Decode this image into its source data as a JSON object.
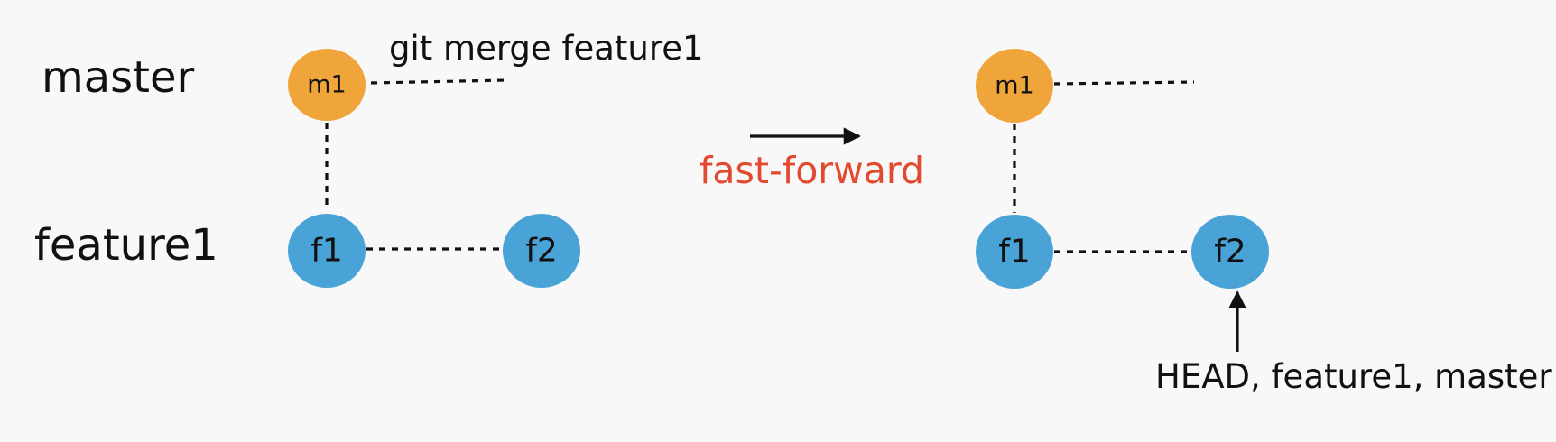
{
  "colors": {
    "master_commit": "#f0a53b",
    "feature_commit": "#4aa3d6",
    "operation_text": "#e24a2f",
    "background": "#f8f8f8"
  },
  "branches": {
    "master_label": "master",
    "feature_label": "feature1"
  },
  "before": {
    "command": "git merge feature1",
    "commits": {
      "m1": "m1",
      "f1": "f1",
      "f2": "f2"
    }
  },
  "operation": {
    "label": "fast-forward"
  },
  "after": {
    "commits": {
      "m1": "m1",
      "f1": "f1",
      "f2": "f2"
    },
    "pointer_label": "HEAD, feature1, master"
  }
}
